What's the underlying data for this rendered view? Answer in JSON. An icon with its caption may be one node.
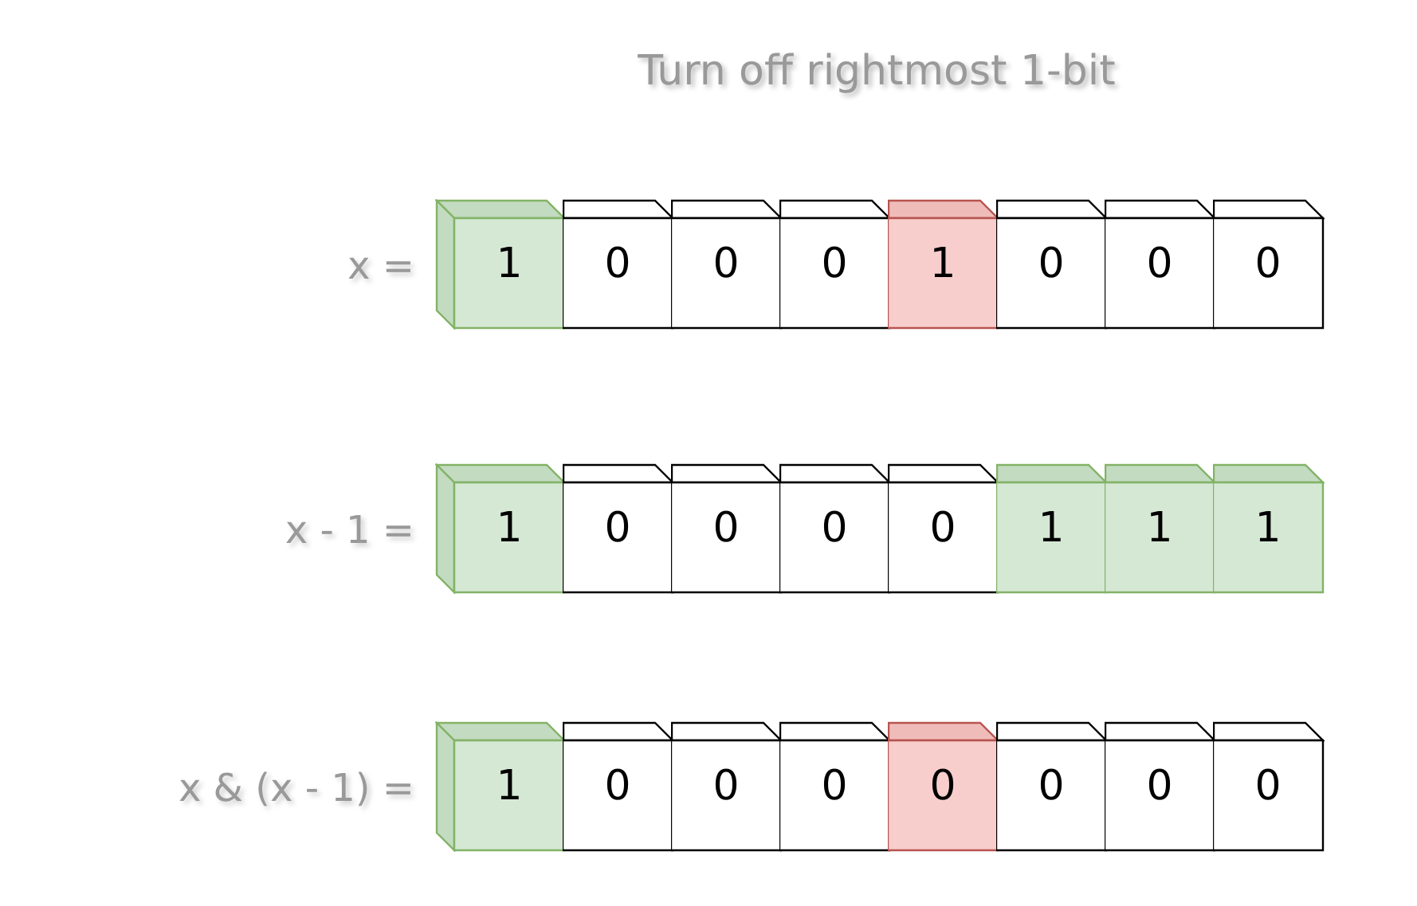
{
  "diagram": {
    "title": "Turn off rightmost 1-bit",
    "nodes": [
      {
        "text": [
          "1"
        ]
      },
      {
        "text": [
          "0"
        ]
      },
      {
        "text": [
          "0"
        ]
      },
      {
        "text": [
          "0"
        ]
      },
      {
        "text": [
          "1"
        ]
      },
      {
        "text": [
          "0"
        ]
      },
      {
        "text": [
          "0"
        ]
      },
      {
        "text": [
          "0"
        ]
      },
      {
        "text": [
          "1"
        ]
      },
      {
        "text": [
          "0"
        ]
      },
      {
        "text": [
          "0"
        ]
      },
      {
        "text": [
          "0"
        ]
      },
      {
        "text": [
          "0"
        ]
      },
      {
        "text": [
          "1"
        ]
      },
      {
        "text": [
          "1"
        ]
      },
      {
        "text": [
          "1"
        ]
      },
      {
        "text": [
          "1"
        ]
      },
      {
        "text": [
          "0"
        ]
      },
      {
        "text": [
          "0"
        ]
      },
      {
        "text": [
          "0"
        ]
      },
      {
        "text": [
          "0"
        ]
      },
      {
        "text": [
          "0"
        ]
      },
      {
        "text": [
          "0"
        ]
      },
      {
        "text": [
          "0"
        ]
      }
    ],
    "labels": [
      "x =",
      "x - 1 =",
      "x & (x - 1) ="
    ]
  }
}
